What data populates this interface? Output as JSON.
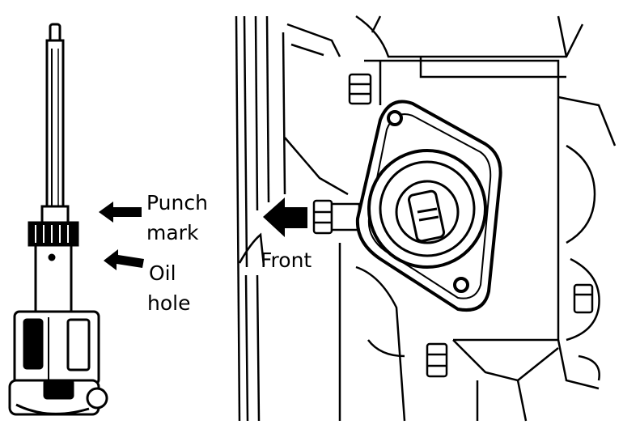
{
  "labels": {
    "punch_line1": "Punch",
    "punch_line2": "mark",
    "oil_line1": "Oil",
    "oil_line2": "hole",
    "front": "Front"
  },
  "colors": {
    "ink": "#000000",
    "paper": "#ffffff"
  }
}
